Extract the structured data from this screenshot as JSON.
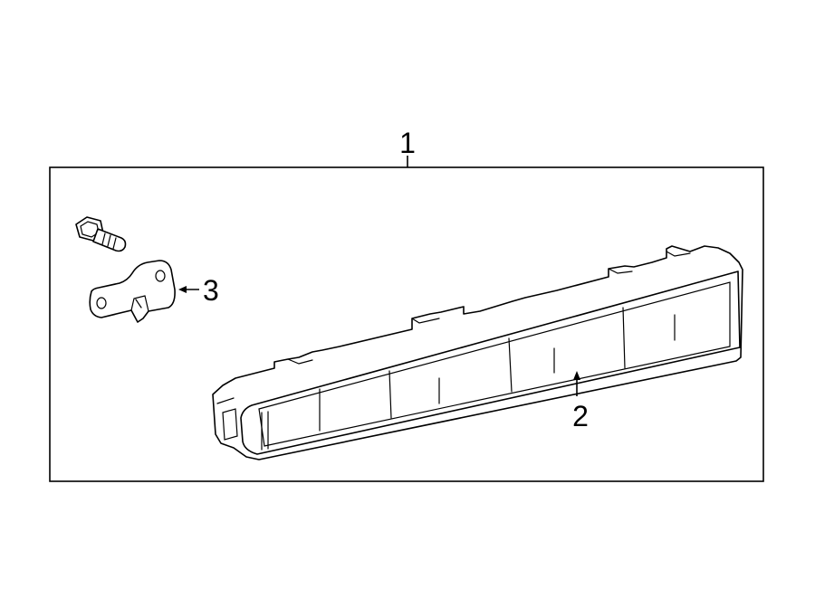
{
  "callouts": {
    "assembly": "1",
    "lamp": "2",
    "bracket": "3"
  },
  "colors": {
    "line": "#000000",
    "background": "#ffffff"
  }
}
